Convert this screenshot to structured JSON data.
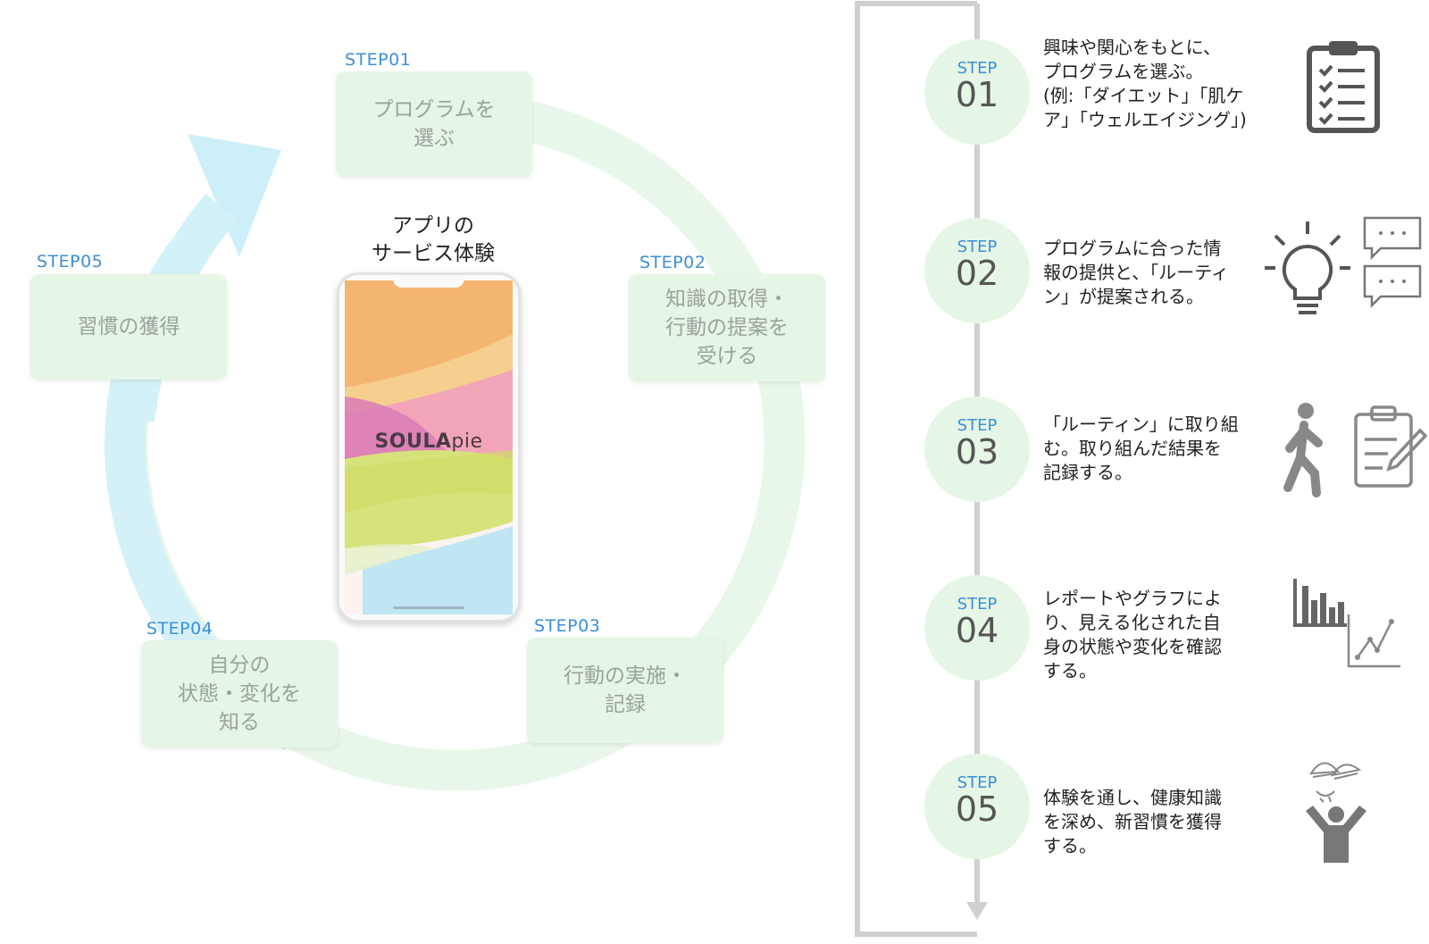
{
  "cycle": {
    "center_title": "アプリの\nサービス体験",
    "brand": {
      "bold": "SOULA",
      "thin": "pie"
    },
    "steps": [
      {
        "label": "STEP01",
        "text": "プログラムを\n選ぶ"
      },
      {
        "label": "STEP02",
        "text": "知識の取得・\n行動の提案を\n受ける"
      },
      {
        "label": "STEP03",
        "text": "行動の実施・\n記録"
      },
      {
        "label": "STEP04",
        "text": "自分の\n状態・変化を\n知る"
      },
      {
        "label": "STEP05",
        "text": "習慣の獲得"
      }
    ]
  },
  "flow": {
    "step_word": "STEP",
    "steps": [
      {
        "num": "01",
        "text": "興味や関心をもとに、\nプログラムを選ぶ。\n(例:「ダイエット」「肌ケ\nア」「ウェルエイジング」)",
        "icon": "clipboard-checklist-icon"
      },
      {
        "num": "02",
        "text": "プログラムに合った情\n報の提供と、「ルーティ\nン」が提案される。",
        "icon": "lightbulb-icon"
      },
      {
        "num": "03",
        "text": "「ルーティン」に取り組\nむ。取り組んだ結果を\n記録する。",
        "icon": "walking-person-icon"
      },
      {
        "num": "04",
        "text": "レポートやグラフによ\nり、見える化された自\n身の状態や変化を確認\nする。",
        "icon": "bar-chart-icon"
      },
      {
        "num": "05",
        "text": "体験を通し、健康知識\nを深め、新習慣を獲得\nする。",
        "icon": "celebrating-person-icon"
      }
    ]
  },
  "colors": {
    "accent": "#3c8fd6",
    "box": "#e5f5e6",
    "ring_green": "#e9f7ee",
    "ring_blue": "#d3f1f7",
    "line": "#cfcfcf",
    "icon": "#555555"
  }
}
